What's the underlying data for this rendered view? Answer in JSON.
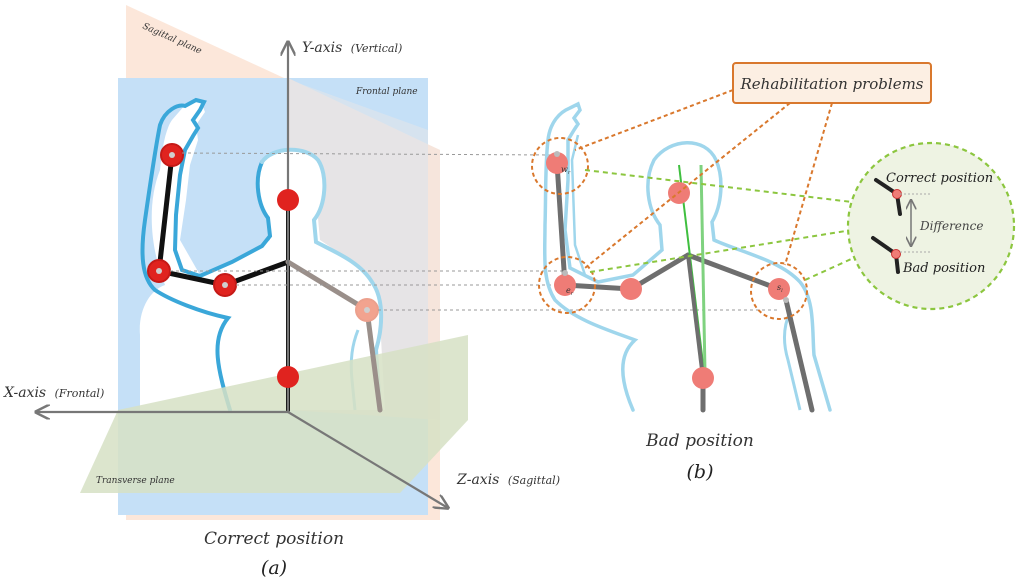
{
  "panel_a": {
    "sagittal_plane": "Sagittal plane",
    "frontal_plane": "Frontal plane",
    "transverse_plane": "Transverse plane",
    "y_axis": {
      "name": "Y-axis",
      "qualifier": "(Vertical)"
    },
    "x_axis": {
      "name": "X-axis",
      "qualifier": "(Frontal)"
    },
    "z_axis": {
      "name": "Z-axis",
      "qualifier": "(Sagittal)"
    },
    "caption": "Correct position",
    "label": "(a)"
  },
  "panel_b": {
    "callout": "Rehabilitation problems",
    "joint_labels": {
      "wrist": "w",
      "wrist_sub": "r",
      "elbow": "e",
      "elbow_sub": "r",
      "shoulder": "s",
      "shoulder_sub": "l"
    },
    "zoom": {
      "correct": "Correct position",
      "difference": "Difference",
      "bad": "Bad position"
    },
    "caption": "Bad position",
    "label": "(b)"
  },
  "colors": {
    "frontal_plane": "#c5e0f7",
    "sagittal_plane": "#fbe3d3",
    "transverse_plane": "#d6e0c4",
    "body_outline": "#3aa7d9",
    "body_outline_light": "#9fd6ec",
    "joint_correct": "#e0231f",
    "joint_bad": "#ef7c76",
    "callout_border": "#d9782d",
    "callout_fill": "#fcefe3",
    "zoom_border": "#8cc63f",
    "zoom_fill": "#eef3e3",
    "spine_green": "#3fbf3f"
  }
}
